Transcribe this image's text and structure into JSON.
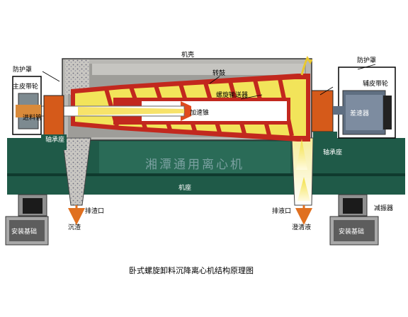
{
  "labels": {
    "guard_left": "防护罩",
    "guard_right": "防护罩",
    "casing": "机壳",
    "drum": "转鼓",
    "screw_conveyor": "螺旋输送器",
    "main_pulley": "主皮带轮",
    "aux_pulley": "辅皮带轮",
    "feed_tube": "进料管",
    "accel_cone": "加速锥",
    "gearbox": "差速器",
    "bearing_left": "轴承座",
    "bearing_right": "轴承座",
    "frame": "机座",
    "slag_outlet": "排渣口",
    "liquid_outlet": "排液口",
    "sediment": "沉渣",
    "clarified": "澄清液",
    "damper": "减振器",
    "foundation_left": "安装基础",
    "foundation_right": "安装基础"
  },
  "watermark": "湘潭通用离心机",
  "caption": "卧式螺旋卸料沉降离心机结构原理图",
  "colors": {
    "frame_green": "#1f5a48",
    "casing_gray": "#b9b8b4",
    "drum_red": "#c2281e",
    "slurry_yellow": "#f2e45a",
    "feed_white": "#ffffff",
    "clarified_yellow": "#f4f0a8",
    "foundation_gray": "#a8a8a8"
  }
}
